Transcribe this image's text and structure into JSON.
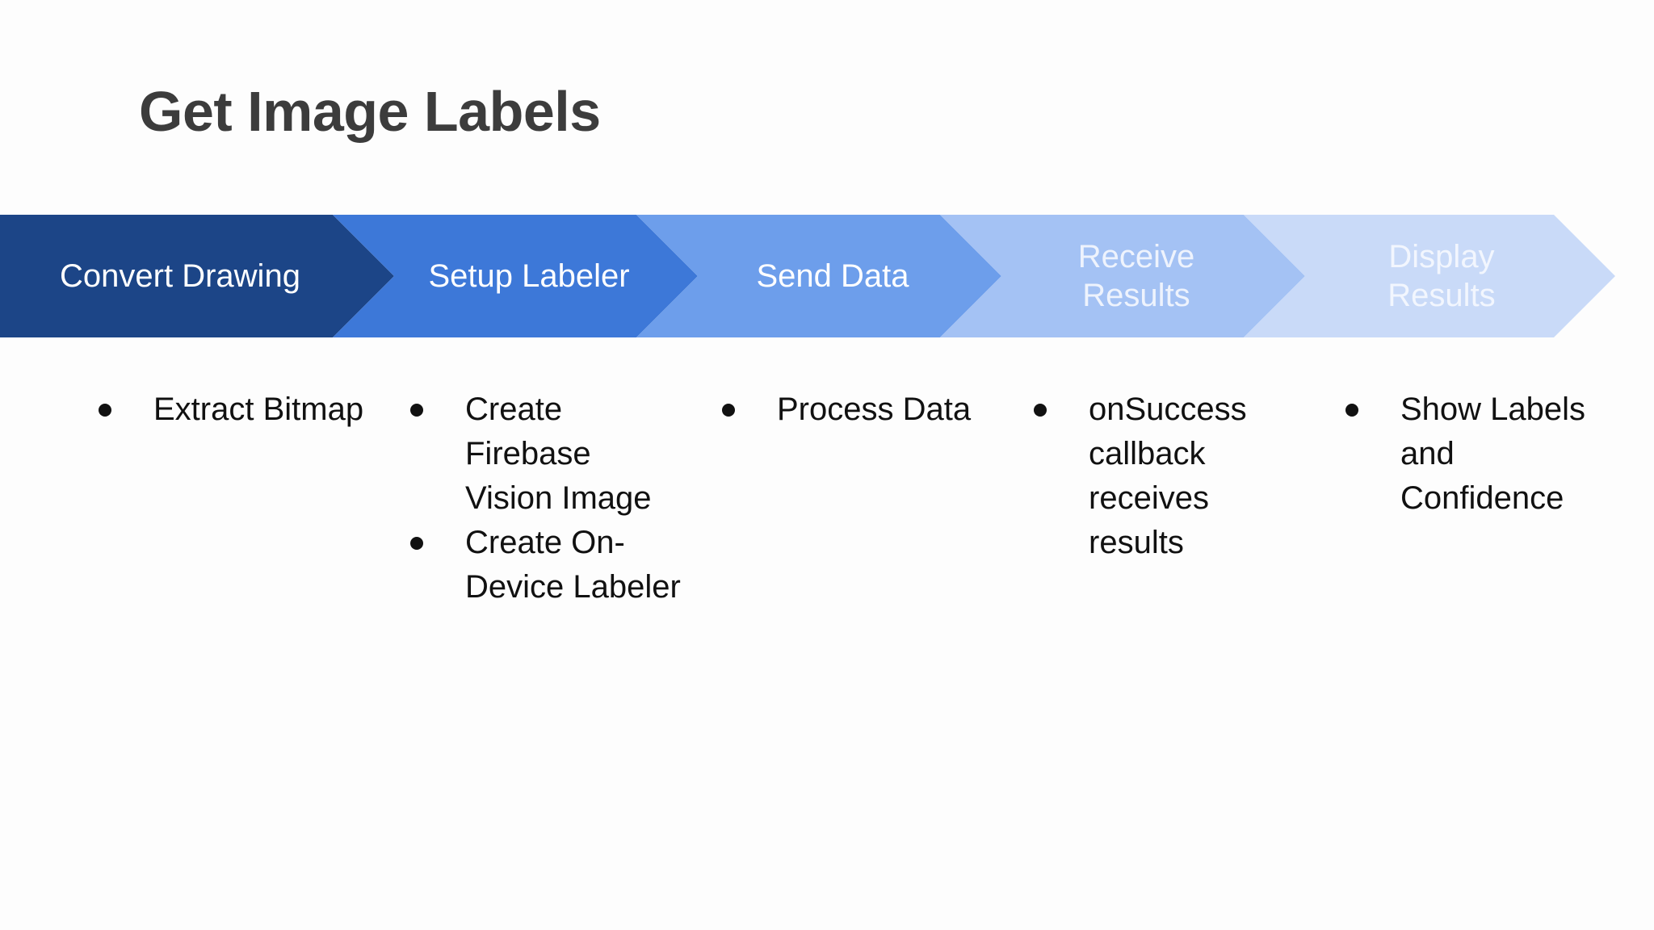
{
  "slide": {
    "title": "Get Image Labels"
  },
  "steps": [
    {
      "label": "Convert Drawing",
      "color": "#1c4587",
      "text_color": "#ffffff"
    },
    {
      "label": "Setup Labeler",
      "color": "#3d78d8",
      "text_color": "#ffffff"
    },
    {
      "label": "Send Data",
      "color": "#6d9eeb",
      "text_color": "#ffffff"
    },
    {
      "label": "Receive\nResults",
      "color": "#a4c2f4",
      "text_color": "#eef3fd"
    },
    {
      "label": "Display\nResults",
      "color": "#c9daf8",
      "text_color": "#f2f6fe"
    }
  ],
  "details": [
    {
      "bullets": [
        "Extract Bitmap"
      ]
    },
    {
      "bullets": [
        "Create Firebase Vision Image",
        "Create On-Device Labeler"
      ]
    },
    {
      "bullets": [
        "Process Data"
      ]
    },
    {
      "bullets": [
        "onSuccess callback receives results"
      ]
    },
    {
      "bullets": [
        "Show Labels and Confidence"
      ]
    }
  ]
}
